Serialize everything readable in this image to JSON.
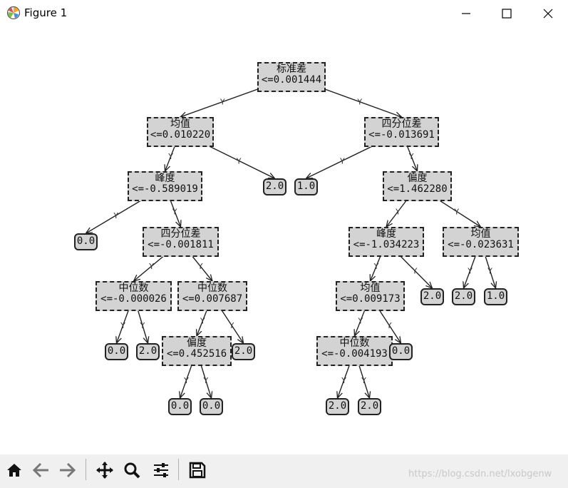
{
  "window": {
    "title": "Figure 1"
  },
  "tree": {
    "nodes": [
      {
        "id": "n-root",
        "l1": "标准差",
        "l2": "<=0.001444"
      },
      {
        "id": "n-a",
        "l1": "均值",
        "l2": "<=0.010220"
      },
      {
        "id": "n-b",
        "l1": "四分位差",
        "l2": "<=-0.013691"
      },
      {
        "id": "n-c",
        "l1": "峰度",
        "l2": "<=-0.589019"
      },
      {
        "id": "n-d",
        "l1": "偏度",
        "l2": "<=1.462280"
      },
      {
        "id": "n-e",
        "l1": "四分位差",
        "l2": "<=-0.001811"
      },
      {
        "id": "n-f",
        "l1": "峰度",
        "l2": "<=-1.034223"
      },
      {
        "id": "n-g",
        "l1": "均值",
        "l2": "<=-0.023631"
      },
      {
        "id": "n-h",
        "l1": "中位数",
        "l2": "<=-0.000026"
      },
      {
        "id": "n-i",
        "l1": "中位数",
        "l2": "<=0.007687"
      },
      {
        "id": "n-j",
        "l1": "均值",
        "l2": "<=0.009173"
      },
      {
        "id": "n-k",
        "l1": "偏度",
        "l2": "<=0.452516"
      },
      {
        "id": "n-l",
        "l1": "中位数",
        "l2": "<=-0.004193"
      }
    ],
    "leaves": [
      {
        "id": "lf1",
        "v": "2.0"
      },
      {
        "id": "lf2",
        "v": "1.0"
      },
      {
        "id": "lf3",
        "v": "0.0"
      },
      {
        "id": "lf4",
        "v": "2.0"
      },
      {
        "id": "lf5",
        "v": "2.0"
      },
      {
        "id": "lf6",
        "v": "1.0"
      },
      {
        "id": "lf7",
        "v": "0.0"
      },
      {
        "id": "lf8",
        "v": "2.0"
      },
      {
        "id": "lf9",
        "v": "2.0"
      },
      {
        "id": "lf10",
        "v": "0.0"
      },
      {
        "id": "lf11",
        "v": "0.0"
      },
      {
        "id": "lf12",
        "v": "0.0"
      },
      {
        "id": "lf13",
        "v": "2.0"
      },
      {
        "id": "lf14",
        "v": "2.0"
      }
    ],
    "edge_label": "Y"
  },
  "toolbar": {
    "buttons": [
      "home-icon",
      "back-icon",
      "forward-icon",
      "pan-icon",
      "zoom-icon",
      "configure-icon",
      "save-icon"
    ]
  },
  "watermark": "https://blog.csdn.net/lxobgenw"
}
